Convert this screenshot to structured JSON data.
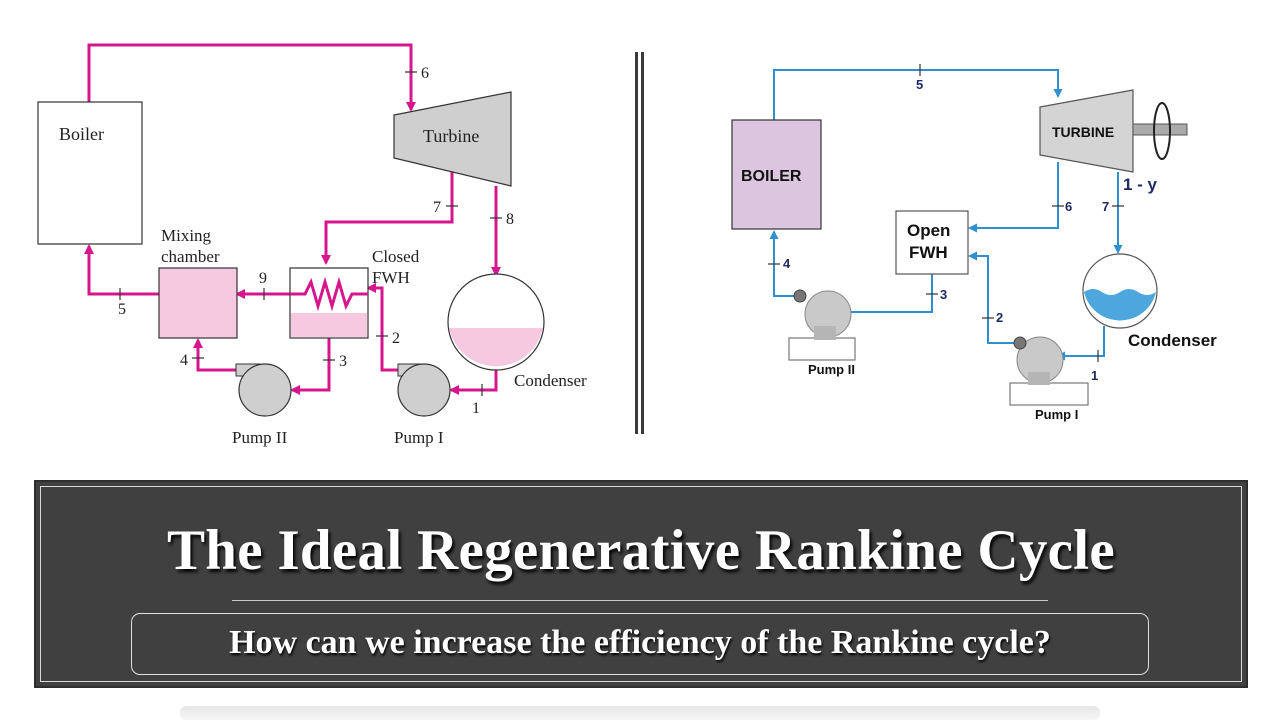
{
  "left": {
    "boiler": "Boiler",
    "turbine": "Turbine",
    "mixing_chamber_line1": "Mixing",
    "mixing_chamber_line2": "chamber",
    "closed_fwh_line1": "Closed",
    "closed_fwh_line2": "FWH",
    "condenser": "Condenser",
    "pump1": "Pump I",
    "pump2": "Pump II",
    "states": [
      "1",
      "2",
      "3",
      "4",
      "5",
      "6",
      "7",
      "8",
      "9"
    ],
    "line_color": "#d6168c",
    "fill_color": "#f7c9e1"
  },
  "right": {
    "boiler": "BOILER",
    "turbine": "TURBINE",
    "open_fwh_line1": "Open",
    "open_fwh_line2": "FWH",
    "condenser": "Condenser",
    "pump1": "Pump I",
    "pump2": "Pump II",
    "split_label": "1 - y",
    "states": [
      "1",
      "2",
      "3",
      "4",
      "5",
      "6",
      "7"
    ],
    "line_color": "#2f8fcf",
    "boiler_fill": "#dcc5df",
    "water_color": "#4da6dc"
  },
  "banner": {
    "title": "The Ideal Regenerative Rankine Cycle",
    "subtitle": "How can we increase the efficiency of the Rankine cycle?"
  }
}
